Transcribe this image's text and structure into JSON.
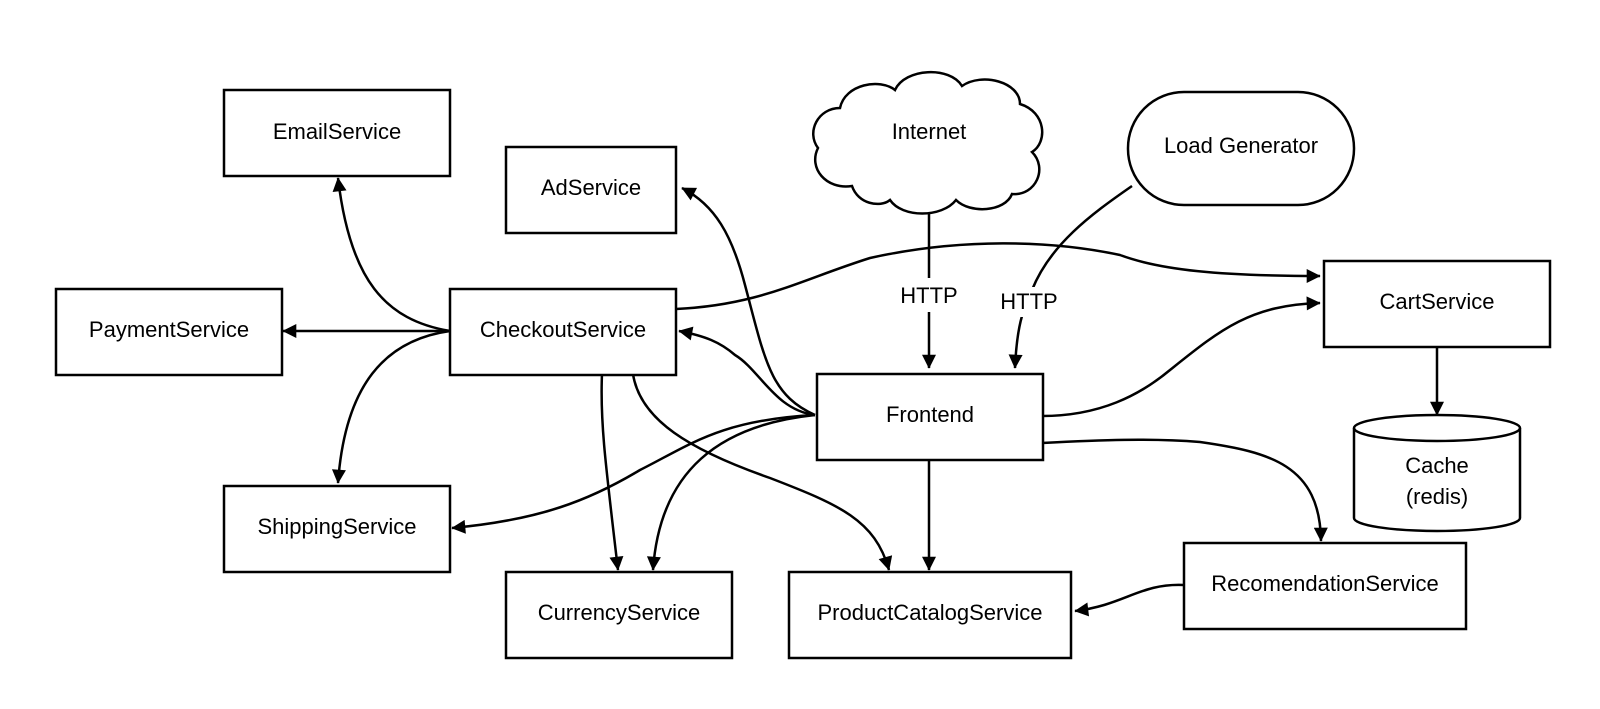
{
  "nodes": {
    "email": "EmailService",
    "ad": "AdService",
    "internet": "Internet",
    "load_generator": "Load Generator",
    "payment": "PaymentService",
    "checkout": "CheckoutService",
    "cart": "CartService",
    "frontend": "Frontend",
    "cache_line1": "Cache",
    "cache_line2": "(redis)",
    "shipping": "ShippingService",
    "currency": "CurrencyService",
    "product_catalog": "ProductCatalogService",
    "recommendation": "RecomendationService"
  },
  "edge_labels": {
    "internet_to_frontend": "HTTP",
    "loadgen_to_frontend": "HTTP"
  },
  "colors": {
    "stroke": "#000000",
    "fill": "#ffffff"
  }
}
